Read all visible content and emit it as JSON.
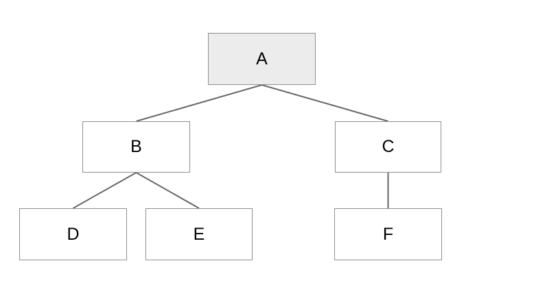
{
  "diagram": {
    "type": "tree",
    "nodes": [
      {
        "id": "A",
        "label": "A",
        "fill": "#ececec"
      },
      {
        "id": "B",
        "label": "B",
        "fill": "#ffffff"
      },
      {
        "id": "C",
        "label": "C",
        "fill": "#ffffff"
      },
      {
        "id": "D",
        "label": "D",
        "fill": "#ffffff"
      },
      {
        "id": "E",
        "label": "E",
        "fill": "#ffffff"
      },
      {
        "id": "F",
        "label": "F",
        "fill": "#ffffff"
      }
    ],
    "edges": [
      {
        "from": "A",
        "to": "B"
      },
      {
        "from": "A",
        "to": "C"
      },
      {
        "from": "B",
        "to": "D"
      },
      {
        "from": "B",
        "to": "E"
      },
      {
        "from": "C",
        "to": "F"
      }
    ],
    "colors": {
      "node_border": "#8e8e8e",
      "edge_line": "#666666",
      "label_text": "#000000",
      "root_fill": "#ececec",
      "background": "#ffffff"
    }
  }
}
